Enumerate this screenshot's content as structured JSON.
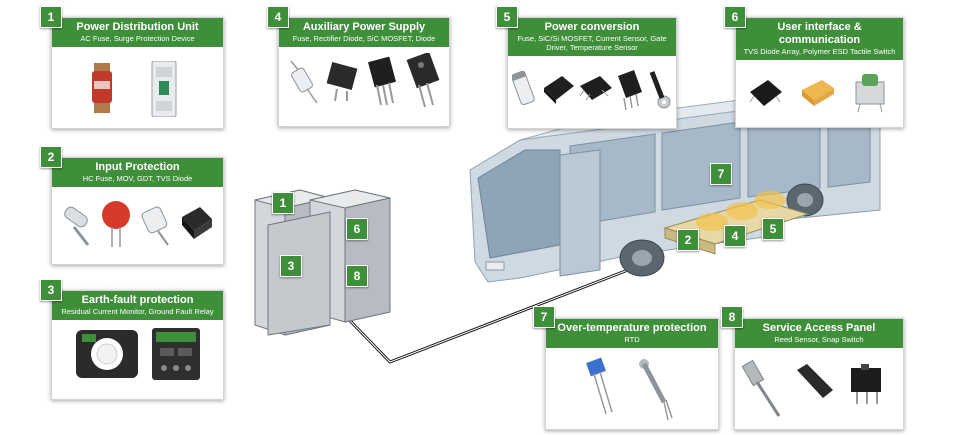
{
  "cards": [
    {
      "num": "1",
      "title": "Power Distribution Unit",
      "sub": "AC Fuse, Surge Protection Device"
    },
    {
      "num": "2",
      "title": "Input Protection",
      "sub": "HC Fuse, MOV, GDT, TVS Diode"
    },
    {
      "num": "3",
      "title": "Earth-fault protection",
      "sub": "Residual Current Monitor, Ground Fault Relay"
    },
    {
      "num": "4",
      "title": "Auxiliary Power Supply",
      "sub": "Fuse, Rectifier Diode, SiC MOSFET, Diode"
    },
    {
      "num": "5",
      "title": "Power conversion",
      "sub": "Fuse, SiC/Si MOSFET, Current Sensor, Gate Driver, Temperature Sensor"
    },
    {
      "num": "6",
      "title": "User interface & communication",
      "sub": "TVS Diode Array, Polymer ESD Tactile Switch"
    },
    {
      "num": "7",
      "title": "Over-temperature protection",
      "sub": "RTD"
    },
    {
      "num": "8",
      "title": "Service Access Panel",
      "sub": "Reed Sensor, Snap Switch"
    }
  ],
  "cabinet_tags": [
    "1",
    "3",
    "6",
    "8"
  ],
  "bus_tags": [
    "7",
    "2",
    "4",
    "5"
  ]
}
